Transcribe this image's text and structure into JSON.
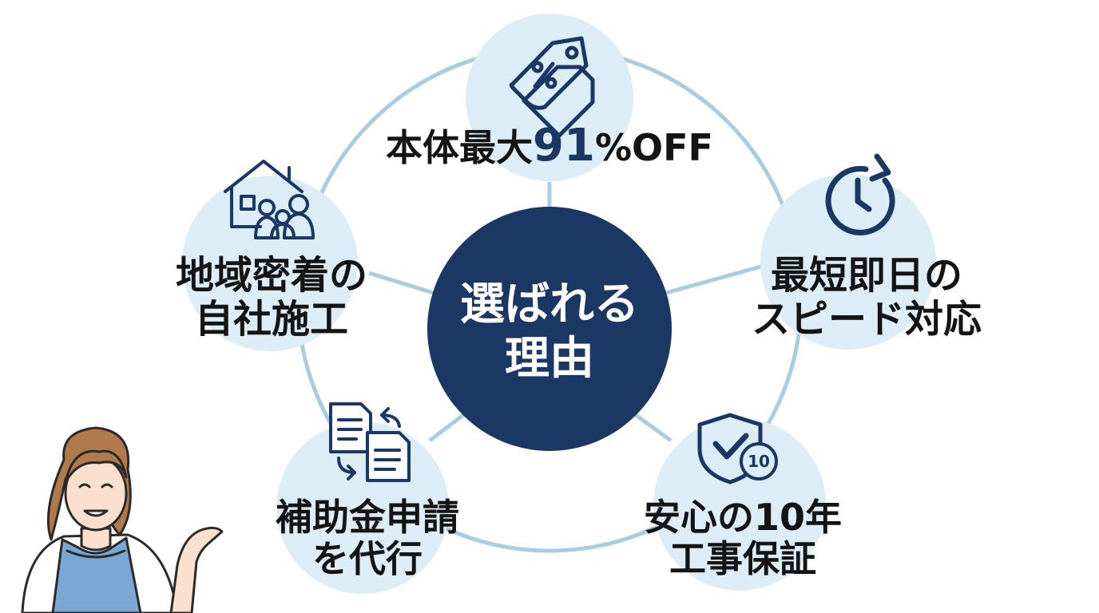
{
  "center": {
    "line1": "選ばれる",
    "line2": "理由"
  },
  "reasons": [
    {
      "id": "discount",
      "icon": "price-tag-percent-icon",
      "line1_prefix": "本体最大",
      "line1_highlight": "91",
      "line1_suffix": "%OFF"
    },
    {
      "id": "speed",
      "icon": "clock-refresh-icon",
      "line1": "最短即日の",
      "line2": "スピード対応"
    },
    {
      "id": "warranty",
      "icon": "shield-check-icon",
      "badge": "10",
      "line1": "安心の10年",
      "line2": "工事保証"
    },
    {
      "id": "subsidy",
      "icon": "documents-exchange-icon",
      "line1": "補助金申請",
      "line2": "を代行"
    },
    {
      "id": "local",
      "icon": "house-family-icon",
      "line1": "地域密着の",
      "line2": "自社施工"
    }
  ],
  "colors": {
    "navy": "#1b3764",
    "light_circle": "#dcedf7",
    "ring": "#a8cde3",
    "apron": "#7aa8d4",
    "hair": "#b07a4c"
  }
}
